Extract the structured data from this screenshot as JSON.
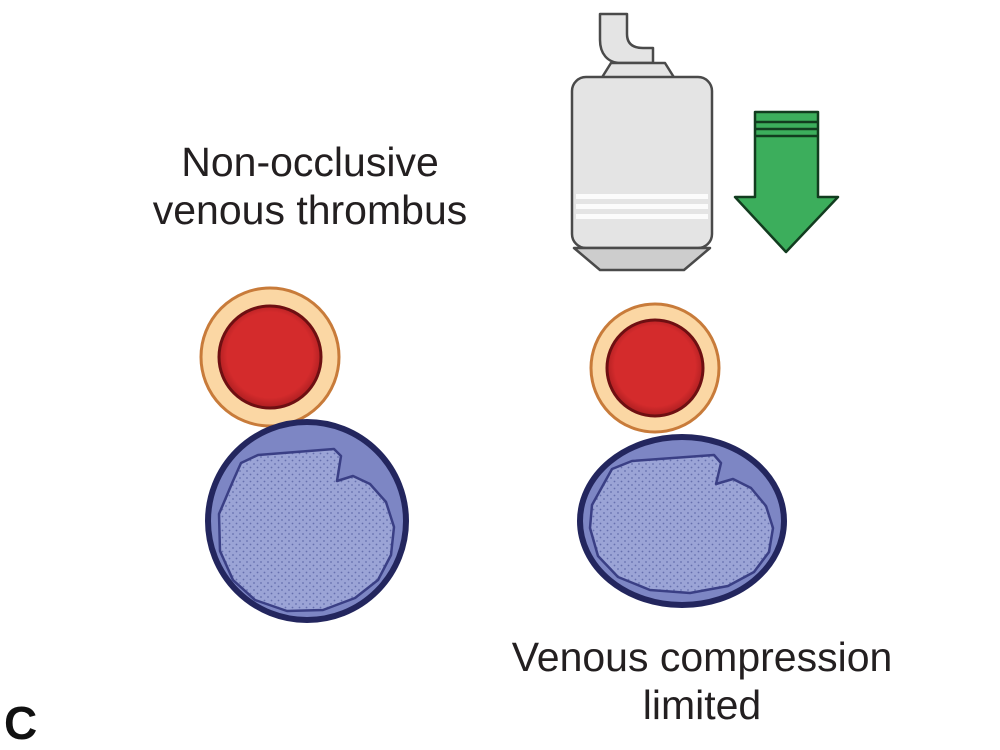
{
  "panel_label": "C",
  "captions": {
    "left": "Non-occlusive\nvenous thrombus",
    "right": "Venous compression\nlimited"
  },
  "icons": {
    "probe": "ultrasound-probe-icon",
    "arrow": "compression-arrow-icon",
    "artery": "artery-cross-section-icon",
    "vein": "vein-cross-section-icon",
    "thrombus": "thrombus-icon"
  },
  "colors": {
    "background": "#ffffff",
    "text": "#231f20",
    "artery_wall": "#fbd7a4",
    "artery_wall_border": "#c87b3a",
    "artery_lumen_center": "#d42b2c",
    "artery_lumen_edge": "#8c1418",
    "artery_lumen_border": "#6e0f12",
    "vein_fill": "#7d86c4",
    "vein_border": "#23265e",
    "thrombus_fill": "#9ba4d6",
    "thrombus_dot": "#6770ae",
    "thrombus_border": "#3a3f85",
    "probe_fill": "#e4e4e4",
    "probe_head_fill": "#cdcdcd",
    "probe_border": "#4a4a4a",
    "probe_line": "#fbfbfb",
    "arrow_fill": "#3cae5c",
    "arrow_border": "#123c1f"
  }
}
